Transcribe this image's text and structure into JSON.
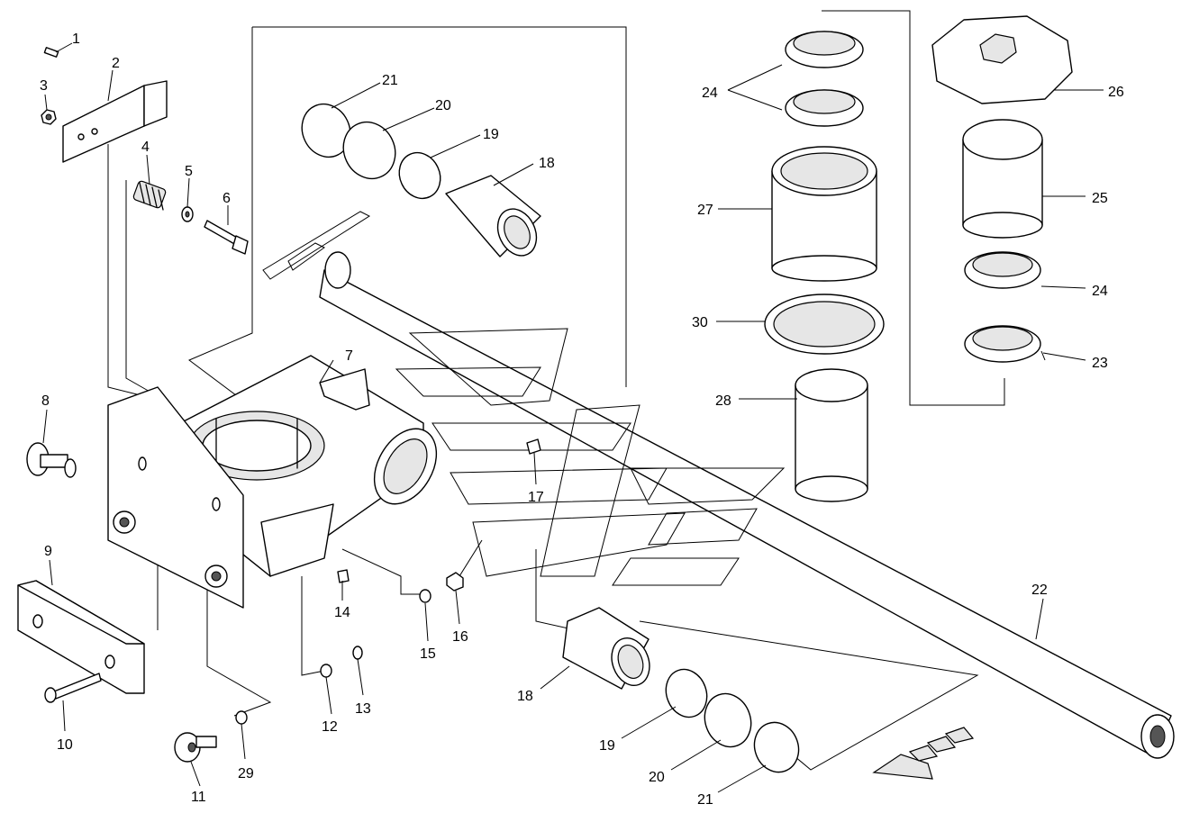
{
  "callouts": {
    "c1": "1",
    "c2": "2",
    "c3": "3",
    "c4": "4",
    "c5": "5",
    "c6": "6",
    "c7": "7",
    "c8": "8",
    "c9": "9",
    "c10": "10",
    "c11": "11",
    "c12": "12",
    "c13": "13",
    "c14": "14",
    "c15": "15",
    "c16": "16",
    "c17": "17",
    "c18_top": "18",
    "c18_bot": "18",
    "c19_top": "19",
    "c19_bot": "19",
    "c20_top": "20",
    "c20_bot": "20",
    "c21_top": "21",
    "c21_bot": "21",
    "c22": "22",
    "c23": "23",
    "c24_left": "24",
    "c24_right": "24",
    "c25": "25",
    "c26": "26",
    "c27": "27",
    "c28": "28",
    "c29": "29",
    "c30": "30"
  }
}
